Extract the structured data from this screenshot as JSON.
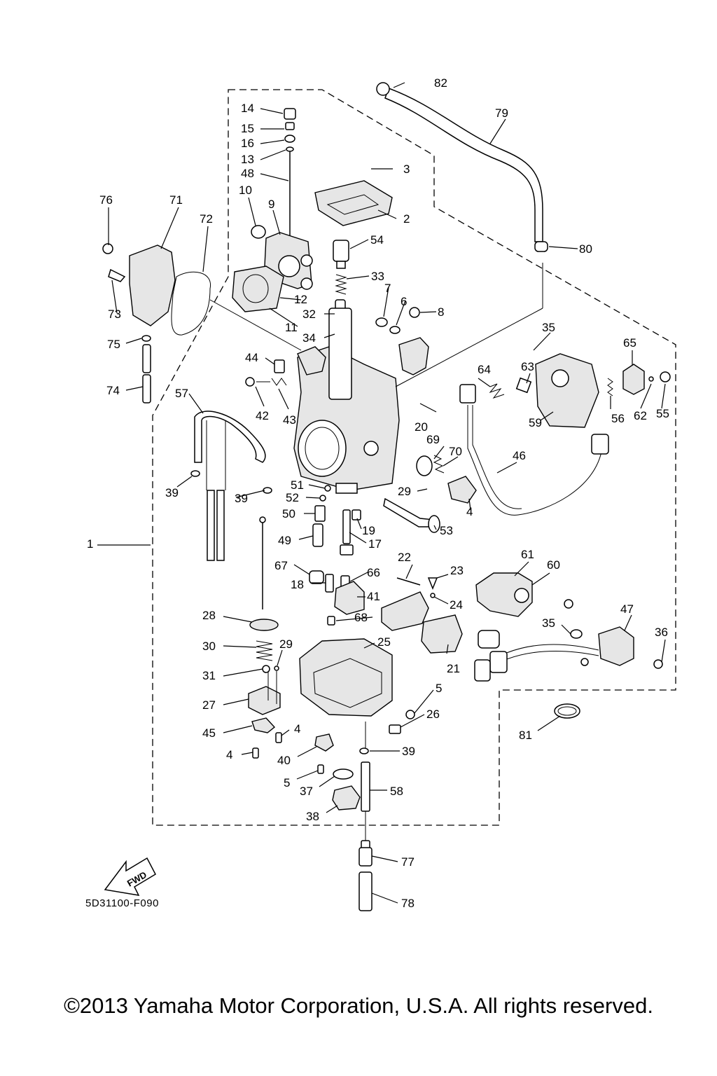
{
  "diagram": {
    "code": "5D31100-F090",
    "fwd_label": "FWD",
    "copyright": "©2013 Yamaha Motor Corporation, U.S.A. All rights reserved.",
    "callouts": [
      "1",
      "2",
      "3",
      "4",
      "5",
      "6",
      "7",
      "8",
      "9",
      "10",
      "11",
      "12",
      "13",
      "14",
      "15",
      "16",
      "17",
      "18",
      "19",
      "20",
      "21",
      "22",
      "23",
      "24",
      "25",
      "26",
      "27",
      "28",
      "29",
      "30",
      "31",
      "32",
      "33",
      "34",
      "35",
      "36",
      "37",
      "38",
      "39",
      "40",
      "41",
      "42",
      "43",
      "44",
      "45",
      "46",
      "47",
      "48",
      "49",
      "50",
      "51",
      "52",
      "53",
      "54",
      "55",
      "56",
      "57",
      "58",
      "59",
      "60",
      "61",
      "62",
      "63",
      "64",
      "65",
      "66",
      "67",
      "68",
      "69",
      "70",
      "71",
      "72",
      "73",
      "74",
      "75",
      "76",
      "77",
      "78",
      "79",
      "80",
      "81",
      "82"
    ]
  }
}
